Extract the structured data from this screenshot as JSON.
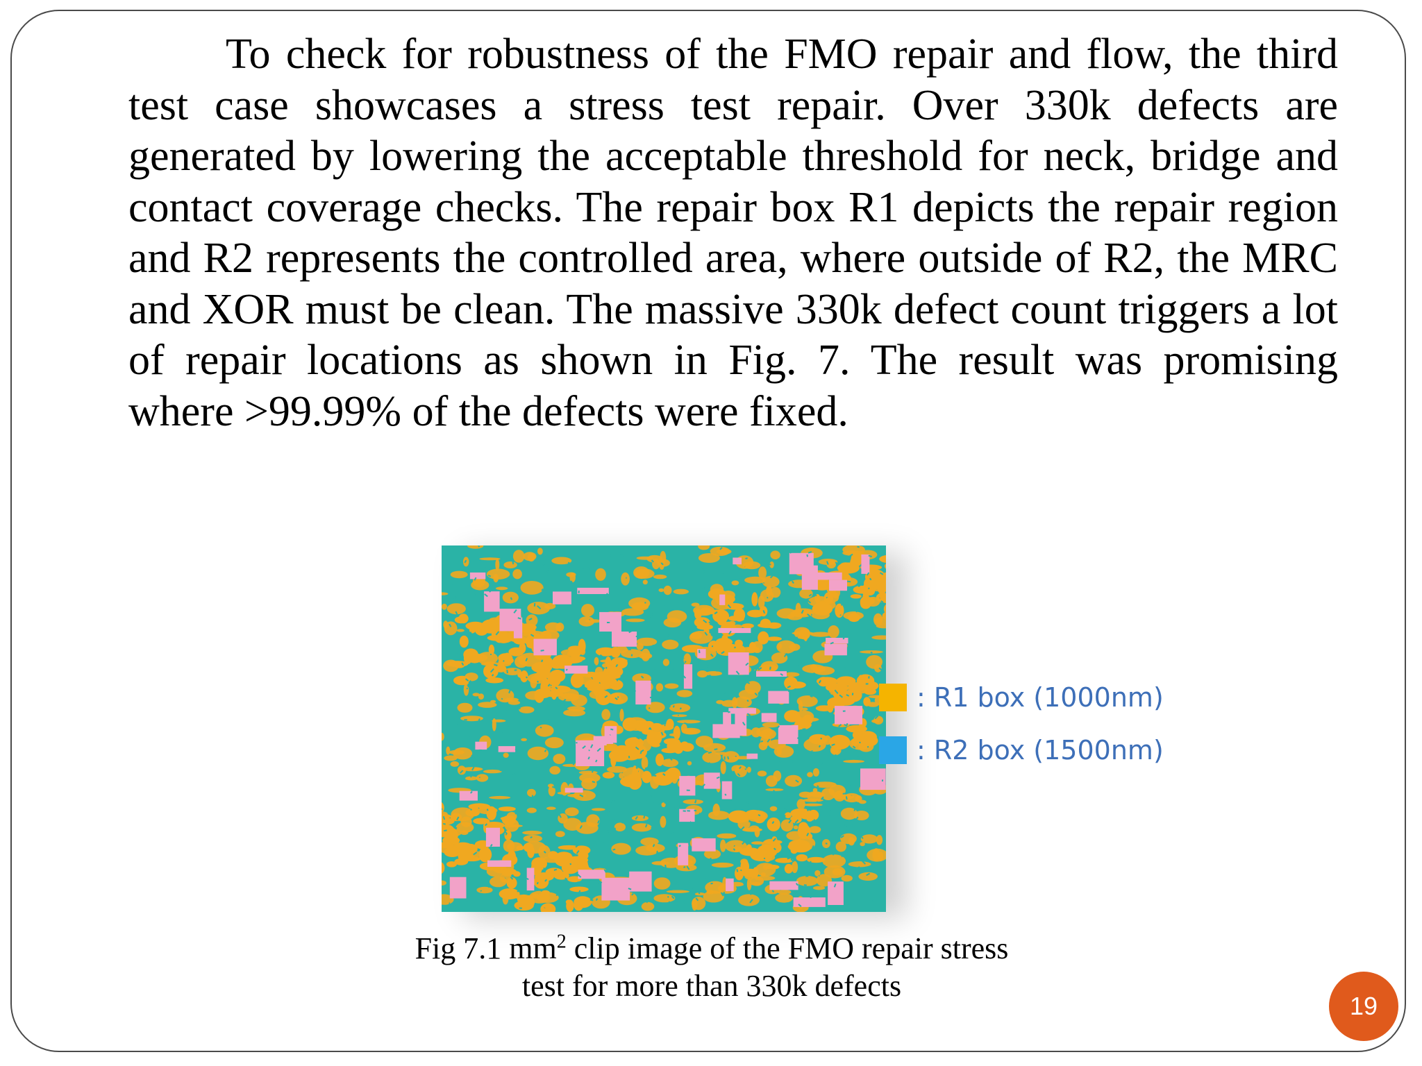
{
  "body": {
    "paragraph": "To check for robustness of the FMO repair and flow, the third test case showcases a stress test repair. Over 330k defects are generated by lowering the acceptable threshold for neck, bridge and contact coverage checks. The repair box R1 depicts the repair region and R2 represents the controlled area, where outside of R2, the MRC and XOR must be clean. The massive 330k defect count triggers a lot of repair locations as shown in Fig. 7. The result was promising where >99.99% of the defects were fixed."
  },
  "figure": {
    "legend": [
      {
        "label": ": R1 box (1000nm)",
        "color": "#f5b400"
      },
      {
        "label": ": R2 box (1500nm)",
        "color": "#2aa6e6"
      }
    ],
    "colors": {
      "orange": "#f0a820",
      "teal": "#2ab3a6",
      "pink": "#f2a2c8"
    }
  },
  "caption": {
    "line1_before": "Fig 7.1 mm",
    "line1_sup": "2",
    "line1_after": " clip image of the FMO repair stress",
    "line2": "test for more than 330k defects"
  },
  "page_number": "19"
}
